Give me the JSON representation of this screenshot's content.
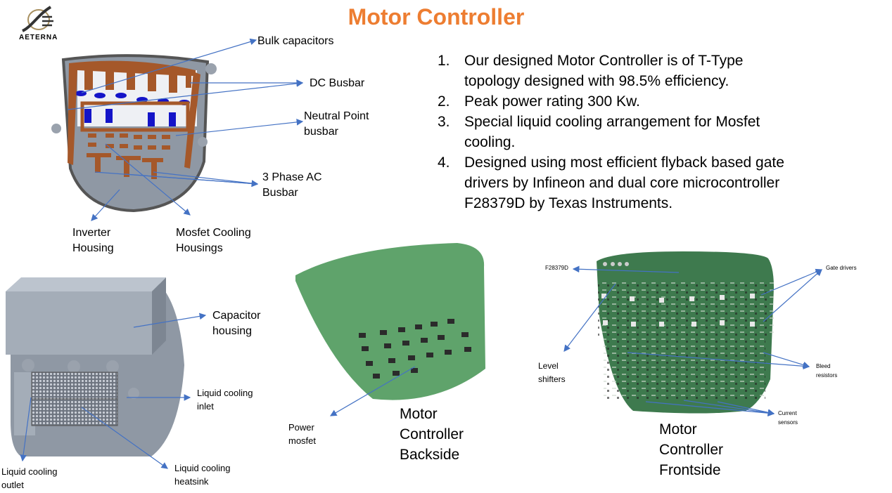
{
  "slide": {
    "title": "Motor Controller",
    "logo_text": "AETERNA",
    "points": [
      {
        "num": "1.",
        "text": "Our designed Motor Controller is of T-Type topology designed with 98.5% efficiency."
      },
      {
        "num": "2.",
        "text": "Peak power rating 300 Kw."
      },
      {
        "num": "3.",
        "text": "Special liquid cooling arrangement for Mosfet cooling."
      },
      {
        "num": "4.",
        "text": "Designed using most efficient flyback based gate drivers by Infineon and dual core microcontroller F28379D by Texas Instruments."
      }
    ]
  },
  "inverter_labels": {
    "bulk_capacitors": "Bulk capacitors",
    "dc_busbar": "DC Busbar",
    "neutral_point_busbar": "Neutral Point\nbusbar",
    "ac_busbar": "3 Phase AC\nBusbar",
    "inverter_housing": "Inverter\nHousing",
    "mosfet_cooling": "Mosfet Cooling\nHousings"
  },
  "housing_labels": {
    "capacitor_housing": "Capacitor\nhousing",
    "cooling_inlet": "Liquid cooling\ninlet",
    "cooling_outlet": "Liquid cooling\noutlet",
    "cooling_heatsink": "Liquid cooling\nheatsink"
  },
  "backside": {
    "power_mosfet": "Power\nmosfet",
    "caption": "Motor\nController\nBackside"
  },
  "frontside": {
    "f28379d": "F28379D",
    "gate_drivers": "Gate drivers",
    "level_shifters": "Level\nshifters",
    "bleed_resistors": "Bleed\nresistors",
    "current_sensors": "Current\nsensors",
    "caption": "Motor\nController\nFrontside"
  },
  "colors": {
    "title": "#ED7D31",
    "arrow": "#4472C4",
    "pcb": "#3E7A4E",
    "copper": "#A5582A"
  }
}
